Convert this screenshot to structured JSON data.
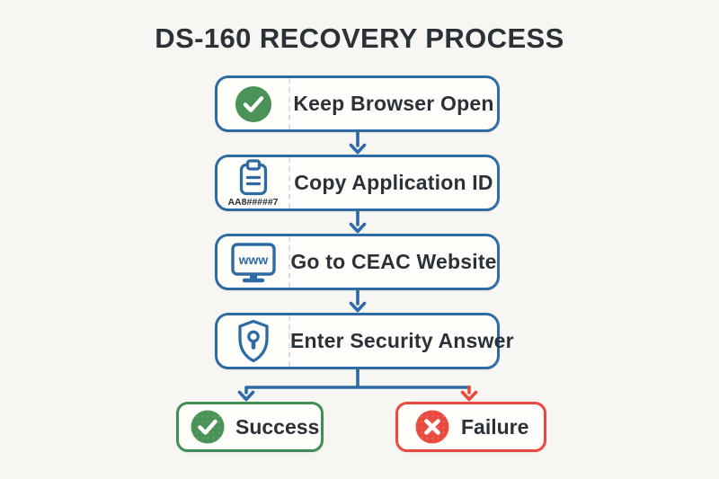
{
  "title": "DS-160 RECOVERY PROCESS",
  "colors": {
    "background": "#f8f6f2",
    "box_fill": "#fffefb",
    "flow_blue": "#2e6ba4",
    "success_green": "#4a9257",
    "success_border_green": "#3f8e53",
    "failure_red": "#e9493e",
    "text_dark": "#2b3138",
    "divider": "#d4e0ea"
  },
  "steps": [
    {
      "label": "Keep Browser Open",
      "icon": "check-circle-icon"
    },
    {
      "label": "Copy Application ID",
      "icon": "clipboard-icon",
      "caption": "AA8#####7"
    },
    {
      "label": "Go to CEAC Website",
      "icon": "monitor-www-icon",
      "screen_text": "www"
    },
    {
      "label": "Enter Security Answer",
      "icon": "shield-keyhole-icon"
    }
  ],
  "outcomes": [
    {
      "label": "Success",
      "icon": "check-circle-icon"
    },
    {
      "label": "Failure",
      "icon": "x-circle-icon"
    }
  ]
}
